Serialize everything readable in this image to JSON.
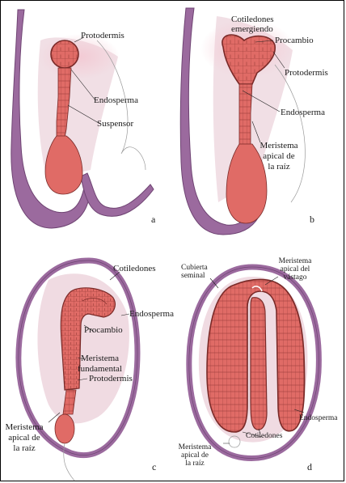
{
  "colors": {
    "seed_coat": "#9b6a9e",
    "seed_coat_dark": "#6f4473",
    "embryo": "#e06b66",
    "embryo_line": "#7a2a28",
    "endosperm": "#f0dbe2",
    "glow": "#f3c9d3"
  },
  "panels": {
    "a": {
      "letter": "a",
      "labels": {
        "protodermis": "Protodermis",
        "endosperma": "Endosperma",
        "suspensor": "Suspensor"
      }
    },
    "b": {
      "letter": "b",
      "labels": {
        "cotiledones_1": "Cotiledones",
        "cotiledones_2": "emergiendo",
        "procambio": "Procambio",
        "protodermis": "Protodermis",
        "endosperma": "Endosperma",
        "meristema_1": "Meristema",
        "meristema_2": "apical de",
        "meristema_3": "la raíz"
      }
    },
    "c": {
      "letter": "c",
      "labels": {
        "cotiledones": "Cotiledones",
        "endosperma": "Endosperma",
        "procambio": "Procambio",
        "fundamental_1": "Meristema",
        "fundamental_2": "fundamental",
        "protodermis": "Protodermis",
        "raiz_1": "Meristema",
        "raiz_2": "apical de",
        "raiz_3": "la raíz"
      }
    },
    "d": {
      "letter": "d",
      "labels": {
        "cubierta_1": "Cubierta",
        "cubierta_2": "seminal",
        "vastago_1": "Meristema",
        "vastago_2": "apical del",
        "vastago_3": "vástago",
        "endosperma": "Endosperma",
        "cotiledones": "Cotiledones",
        "raiz_1": "Meristema",
        "raiz_2": "apical de",
        "raiz_3": "la raíz"
      }
    }
  }
}
